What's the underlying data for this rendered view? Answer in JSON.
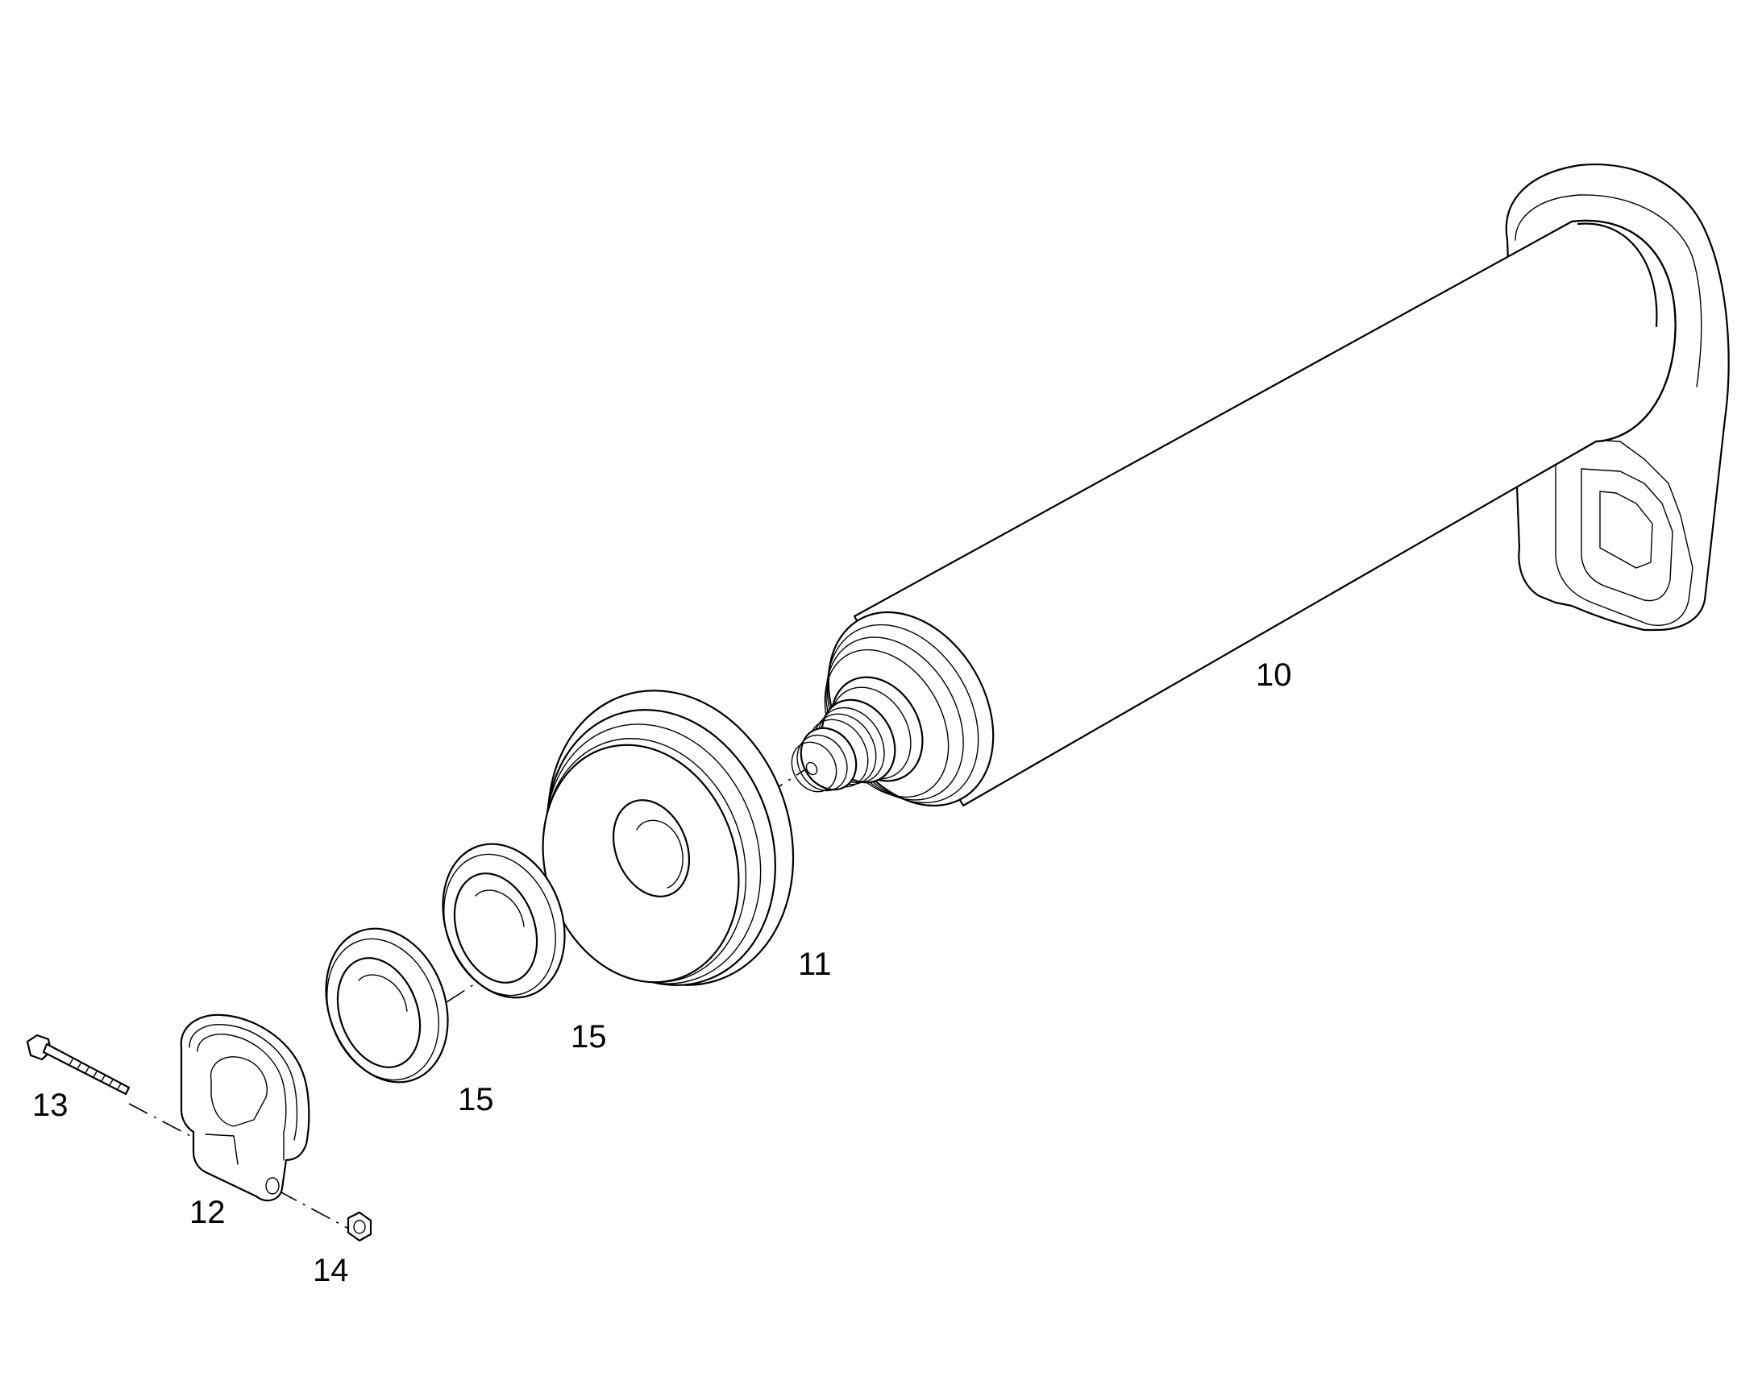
{
  "parts": [
    {
      "id": "bracket-tube",
      "number": "10"
    },
    {
      "id": "roller",
      "number": "11"
    },
    {
      "id": "clamp",
      "number": "12"
    },
    {
      "id": "bolt",
      "number": "13"
    },
    {
      "id": "nut",
      "number": "14"
    },
    {
      "id": "washer-a",
      "number": "15"
    },
    {
      "id": "washer-b",
      "number": "15"
    }
  ],
  "colors": {
    "line": "#000000",
    "background": "#ffffff"
  }
}
